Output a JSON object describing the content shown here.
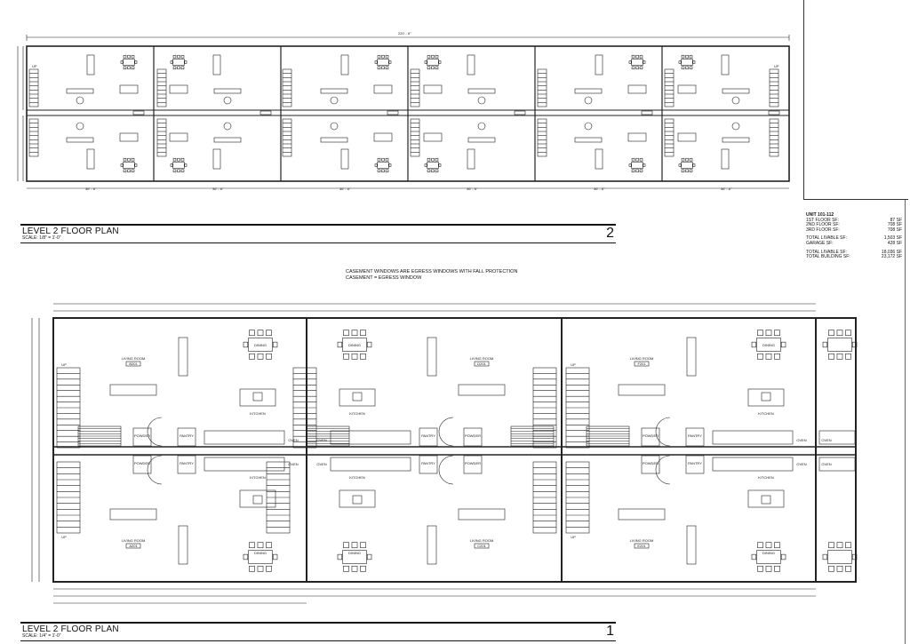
{
  "sheet": {
    "top_plan": {
      "title": "LEVEL 2 FLOOR PLAN",
      "scale": "SCALE:   1/8\" = 1'-0\"",
      "number": "2"
    },
    "bottom_plan": {
      "title": "LEVEL 2 FLOOR PLAN",
      "scale": "SCALE:   1/4\" = 1'-0\"",
      "number": "1"
    },
    "notes": [
      "CASEMENT WINDOWS ARE EGRESS WINDOWS WITH FALL PROTECTION",
      "CASEMENT = EGRESS WINDOW"
    ],
    "summary": {
      "header": "UNIT 101-112",
      "rows": [
        {
          "label": "1ST FLOOR SF:",
          "value": "87 SF"
        },
        {
          "label": "2ND FLOOR SF:",
          "value": "708 SF"
        },
        {
          "label": "3RD FLOOR SF:",
          "value": "708 SF"
        },
        {
          "label": "",
          "value": ""
        },
        {
          "label": "TOTAL LIVABLE SF:",
          "value": "1,503 SF"
        },
        {
          "label": "GARAGE SF:",
          "value": "428 SF"
        },
        {
          "label": "",
          "value": ""
        },
        {
          "label": "TOTAL LIVABLE SF:",
          "value": "18,036 SF"
        },
        {
          "label": "TOTAL BUILDING SF:",
          "value": "23,172 SF"
        }
      ]
    },
    "labels": {
      "up": "UP",
      "oven": "OVEN",
      "living_room": "LIVING ROOM",
      "kitchen": "KITCHEN",
      "dining": "DINING",
      "powder": "POWDER",
      "pantry": "PANTRY",
      "dim_unit_small": "36' - 6\"",
      "dim_overall": "220' - 6\""
    },
    "bottom_units": [
      {
        "upper_room": "B201",
        "lower_room": "A201"
      },
      {
        "upper_room": "D201",
        "lower_room": "C201"
      },
      {
        "upper_room": "F201",
        "lower_room": "E201"
      }
    ]
  }
}
